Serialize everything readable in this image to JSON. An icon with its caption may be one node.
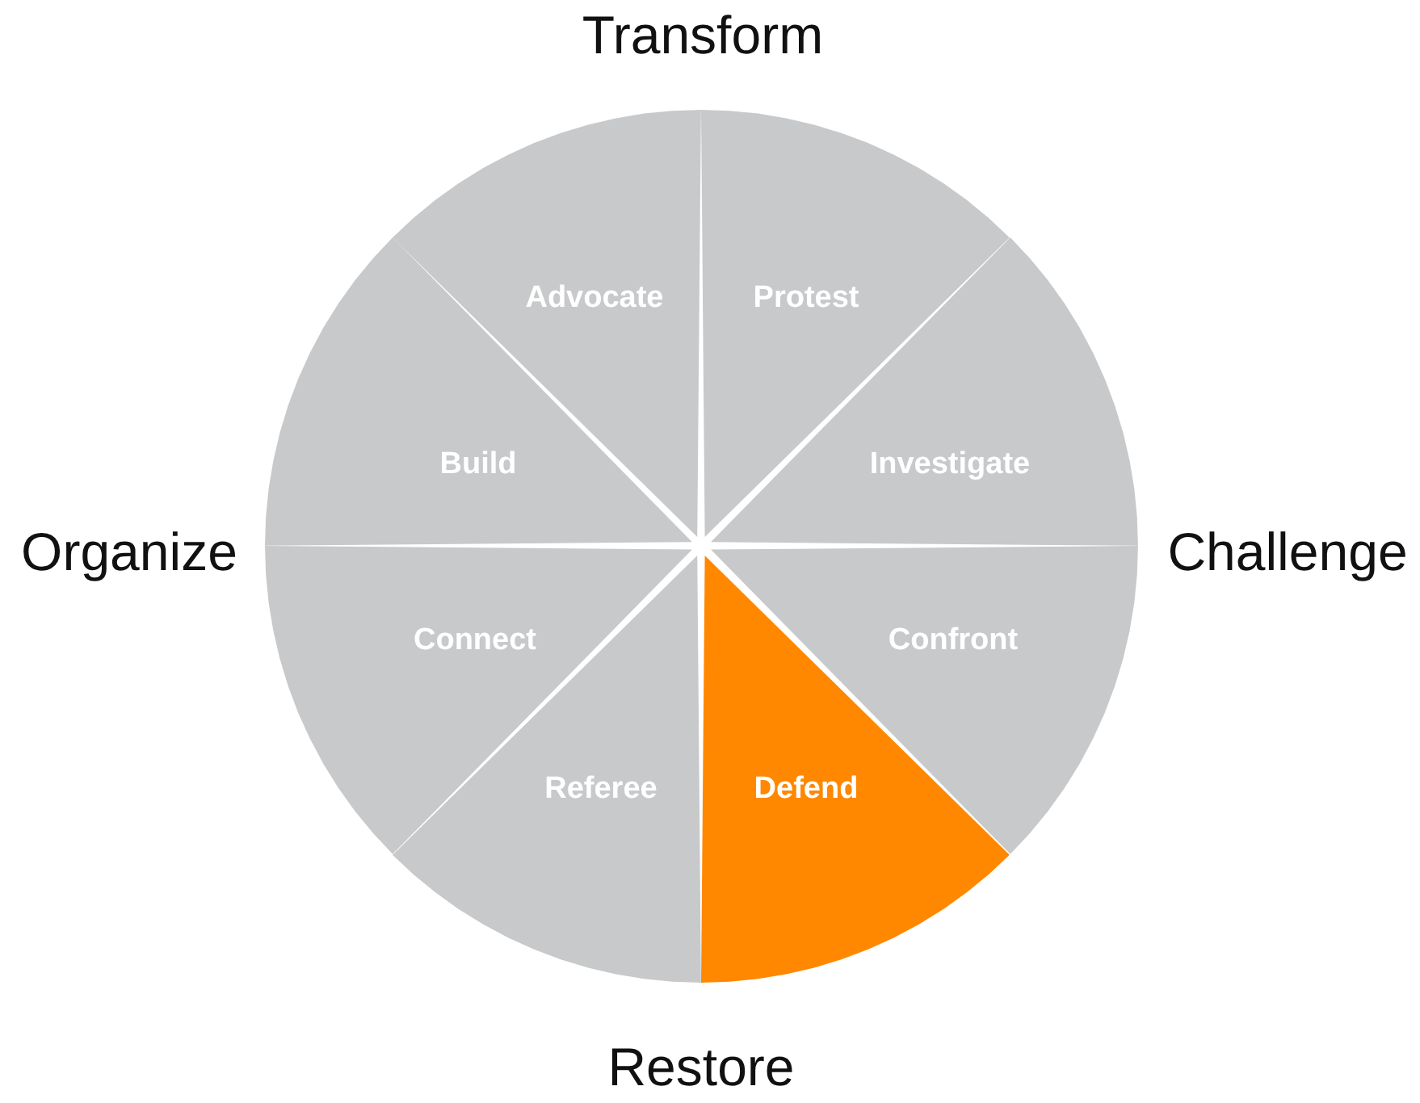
{
  "diagram": {
    "nodes": [
      {
        "text": [
          "Advocate"
        ]
      },
      {
        "text": [
          "Protest"
        ]
      },
      {
        "text": [
          "Build"
        ]
      },
      {
        "text": [
          "Investigate"
        ]
      },
      {
        "text": [
          "Connect"
        ]
      },
      {
        "text": [
          "Confront"
        ]
      },
      {
        "text": [
          "Referee"
        ]
      },
      {
        "text": [
          "Defend"
        ]
      }
    ],
    "labels": [
      "Transform",
      "Organize",
      "Challenge",
      "Restore"
    ]
  }
}
